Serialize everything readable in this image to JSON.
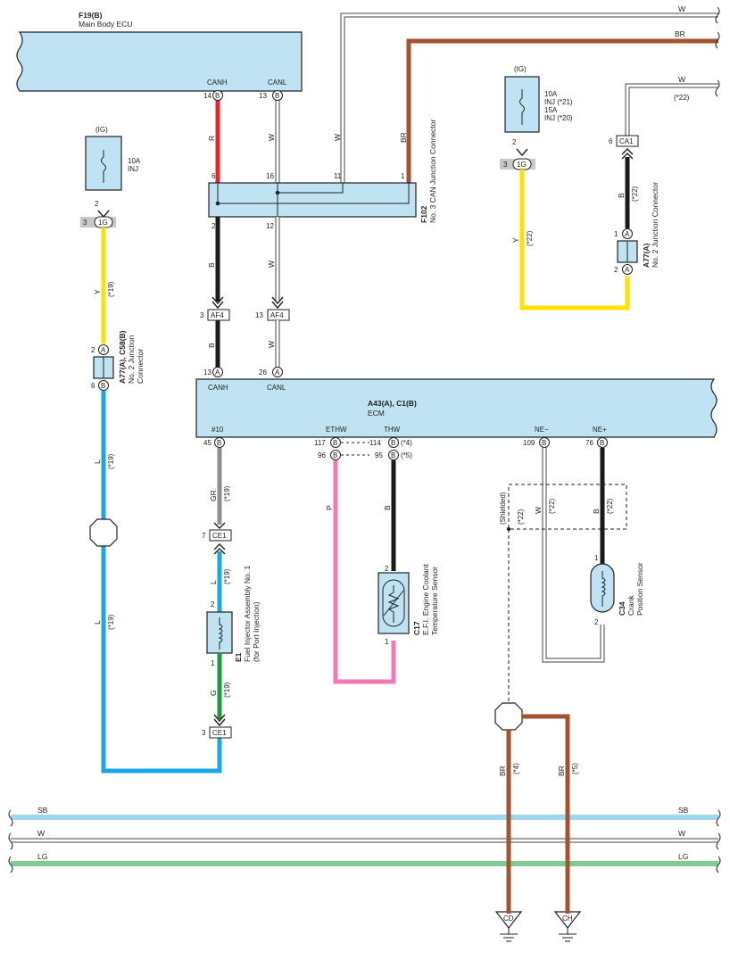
{
  "colors": {
    "R": "#e8242a",
    "W": "#ffffff",
    "W_outline": "#444444",
    "B": "#1a1a1a",
    "BR": "#a5522e",
    "Y": "#ffe100",
    "L": "#19a7e8",
    "GR": "#8f8f8f",
    "G": "#1a9a3c",
    "P": "#f07bb4",
    "SB": "#9fd6f0",
    "LG": "#7fcc92",
    "component_fill": "#bfe3f2"
  },
  "components": {
    "main_body_ecu": {
      "ref": "F19(B)",
      "name": "Main Body ECU",
      "pin_canh": "CANH",
      "pin_canl": "CANL",
      "canh_no": "14",
      "canl_no": "13",
      "term": "B"
    },
    "junction_f102": {
      "ref": "F102",
      "name": "No. 3 CAN Junction Connector",
      "pins": [
        "6",
        "16",
        "11",
        "1",
        "2",
        "12"
      ]
    },
    "ecm": {
      "ref": "A43(A), C1(B)",
      "name": "ECM",
      "pins": {
        "canh": "CANH",
        "canl": "CANL",
        "inj": "#10",
        "ethw": "ETHW",
        "thw": "THW",
        "ne_minus": "NE−",
        "ne_plus": "NE+"
      },
      "pin_numbers": {
        "canh": "13",
        "canl": "26",
        "inj": "45",
        "ethw_a": "117",
        "ethw_b": "96",
        "thw_a": "114",
        "thw_b": "95",
        "ne_minus": "109",
        "ne_plus": "76"
      }
    },
    "fuse_left": {
      "ig": "(IG)",
      "rating": "10A",
      "name": "INJ",
      "pin": "2",
      "conn_no": "3",
      "conn": "1G"
    },
    "fuse_right": {
      "ig": "(IG)",
      "line1": "10A",
      "line2": "INJ (*21)",
      "line3": "15A",
      "line4": "INJ (*20)",
      "pin": "2",
      "conn_no": "3",
      "conn": "1G"
    },
    "junction_left": {
      "ref": "A77(A), C58(B)",
      "name": "No. 2 Junction",
      "name2": "Connector",
      "pin_top": "2",
      "pin_bot": "6",
      "term_top": "A",
      "term_bot": "B"
    },
    "junction_right": {
      "ref": "A77(A)",
      "name": "No. 2 Junction Connector",
      "pin_top": "1",
      "pin_bot": "2",
      "term": "A"
    },
    "injector": {
      "ref": "E1",
      "name": "Fuel Injector Assembly No. 1",
      "name2": "(for Port Injection)",
      "pin_top": "2",
      "pin_bot": "1"
    },
    "coolant_sensor": {
      "ref": "C17",
      "name": "E.F.I. Engine Coolant",
      "name2": "Temperature Sensor",
      "pin_top": "2",
      "pin_bot": "1"
    },
    "crank_sensor": {
      "ref": "C34",
      "name": "Crank",
      "name2": "Position Sensor",
      "pin_top": "1",
      "pin_bot": "2"
    }
  },
  "connectors": {
    "af4_left": {
      "no": "3",
      "name": "AF4"
    },
    "af4_right": {
      "no": "13",
      "name": "AF4"
    },
    "ca1": {
      "no": "6",
      "name": "CA1"
    },
    "ce1_top": {
      "no": "7",
      "name": "CE1"
    },
    "ce1_bot": {
      "no": "3",
      "name": "CE1"
    },
    "ground_cd": "CD",
    "ground_ch": "CH"
  },
  "wires": {
    "w_top": "W",
    "br_top": "BR",
    "w_right": "W",
    "w_right_note": "(*22)",
    "r": "R",
    "w_canl": "W",
    "w_f102": "W",
    "br_f102": "BR",
    "b_canh_low": "B",
    "w_canl_low": "W",
    "b_af4": "B",
    "w_af4": "W",
    "y_left": "Y",
    "y_left_note": "(*19)",
    "l_left_1": "L",
    "l_left_1_note": "(*19)",
    "l_left_2": "L",
    "l_left_2_note": "(*19)",
    "y_right": "Y",
    "y_right_note": "(*22)",
    "b_right": "B",
    "b_right_note": "(*22)",
    "gr": "GR",
    "gr_note": "(*19)",
    "l_inj": "L",
    "l_inj_note": "(*19)",
    "g_inj": "G",
    "g_inj_note": "(*19)",
    "p": "P",
    "b_thw": "B",
    "w_ne": "W",
    "w_ne_note": "(*22)",
    "b_ne": "B",
    "b_ne_note": "(*22)",
    "shielded": "(Shielded)",
    "shielded_note": "(*22)",
    "thw_note_a": "(*4)",
    "thw_note_b": "(*5)",
    "br_cd": "BR",
    "br_cd_note": "(*4)",
    "br_ch": "BR",
    "br_ch_note": "(*5)",
    "sb": "SB",
    "w_bus": "W",
    "lg": "LG"
  }
}
